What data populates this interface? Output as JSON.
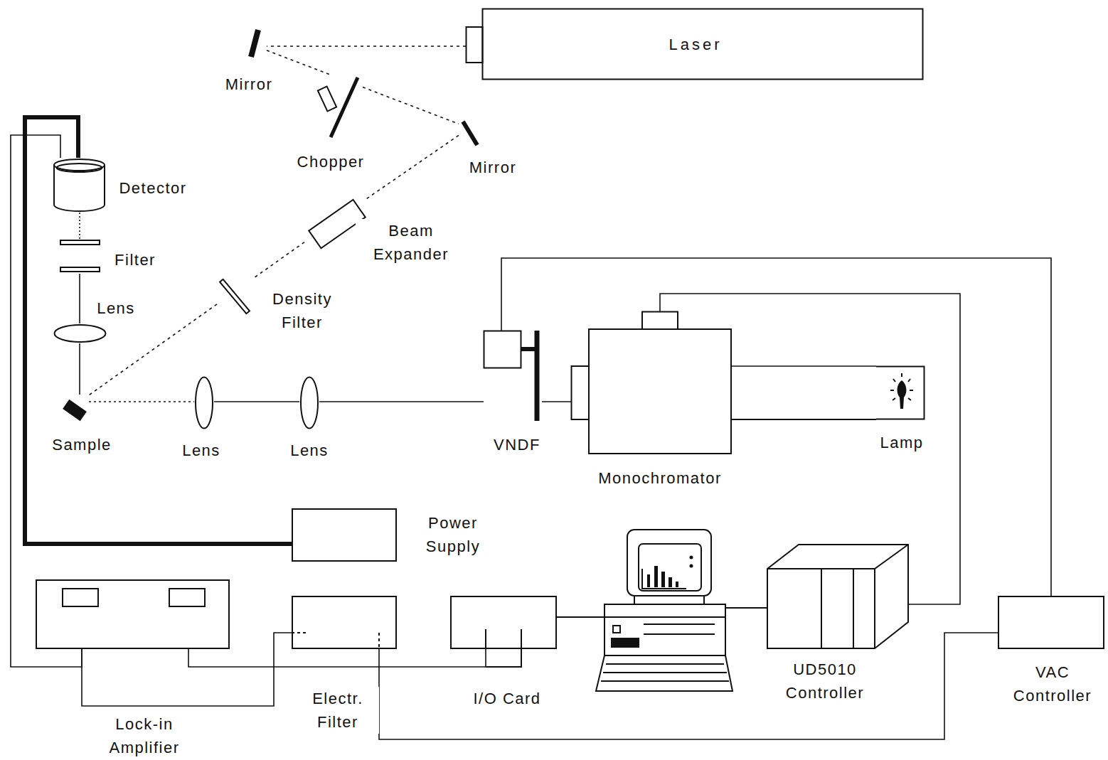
{
  "diagram": {
    "nodes": [
      {
        "text": [
          "Laser"
        ]
      },
      {
        "text": [
          "Mirror"
        ]
      },
      {
        "text": [
          "Chopper"
        ]
      },
      {
        "text": [
          "Mirror"
        ]
      },
      {
        "text": [
          "Detector"
        ]
      },
      {
        "text": [
          "Beam Expander"
        ]
      },
      {
        "text": [
          "Filter"
        ]
      },
      {
        "text": [
          "Density Filter"
        ]
      },
      {
        "text": [
          "Lens"
        ]
      },
      {
        "text": [
          "VNDF"
        ]
      },
      {
        "text": [
          "Monochromator"
        ]
      },
      {
        "text": [
          "Sample"
        ]
      },
      {
        "text": [
          "Lens"
        ]
      },
      {
        "text": [
          "Lens"
        ]
      },
      {
        "text": [
          "Lamp"
        ]
      },
      {
        "text": [
          "Power Supply"
        ]
      },
      {
        "text": [
          "Lock-in Amplifier"
        ]
      },
      {
        "text": [
          "Electr. Filter"
        ]
      },
      {
        "text": [
          "I/O Card"
        ]
      },
      {
        "text": [
          "UD5010 Controller"
        ]
      },
      {
        "text": [
          "VAC Controller"
        ]
      }
    ],
    "edges": [
      {
        "from": 0,
        "to": 1,
        "arrow": "none"
      },
      {
        "from": 1,
        "to": 2,
        "arrow": "none"
      },
      {
        "from": 2,
        "to": 3,
        "arrow": "none"
      },
      {
        "from": 3,
        "to": 5,
        "arrow": "none"
      },
      {
        "from": 5,
        "to": 7,
        "arrow": "none"
      },
      {
        "from": 7,
        "to": 11,
        "arrow": "none"
      },
      {
        "from": 11,
        "to": 8,
        "arrow": "none"
      },
      {
        "from": 8,
        "to": 6,
        "arrow": "none"
      },
      {
        "from": 6,
        "to": 4,
        "arrow": "none"
      },
      {
        "from": 11,
        "to": 12,
        "arrow": "none"
      },
      {
        "from": 12,
        "to": 13,
        "arrow": "none"
      },
      {
        "from": 13,
        "to": 9,
        "arrow": "none"
      },
      {
        "from": 9,
        "to": 10,
        "arrow": "none"
      },
      {
        "from": 14,
        "to": 10,
        "arrow": "none"
      },
      {
        "from": 4,
        "to": 15,
        "arrow": "none"
      },
      {
        "from": 4,
        "to": 16,
        "arrow": "none"
      },
      {
        "from": 16,
        "to": 17,
        "arrow": "none"
      },
      {
        "from": 16,
        "to": 18,
        "arrow": "none"
      },
      {
        "from": 17,
        "to": 20,
        "arrow": "none"
      },
      {
        "from": 20,
        "to": 9,
        "arrow": "none"
      },
      {
        "from": 19,
        "to": 10,
        "arrow": "none"
      }
    ]
  }
}
